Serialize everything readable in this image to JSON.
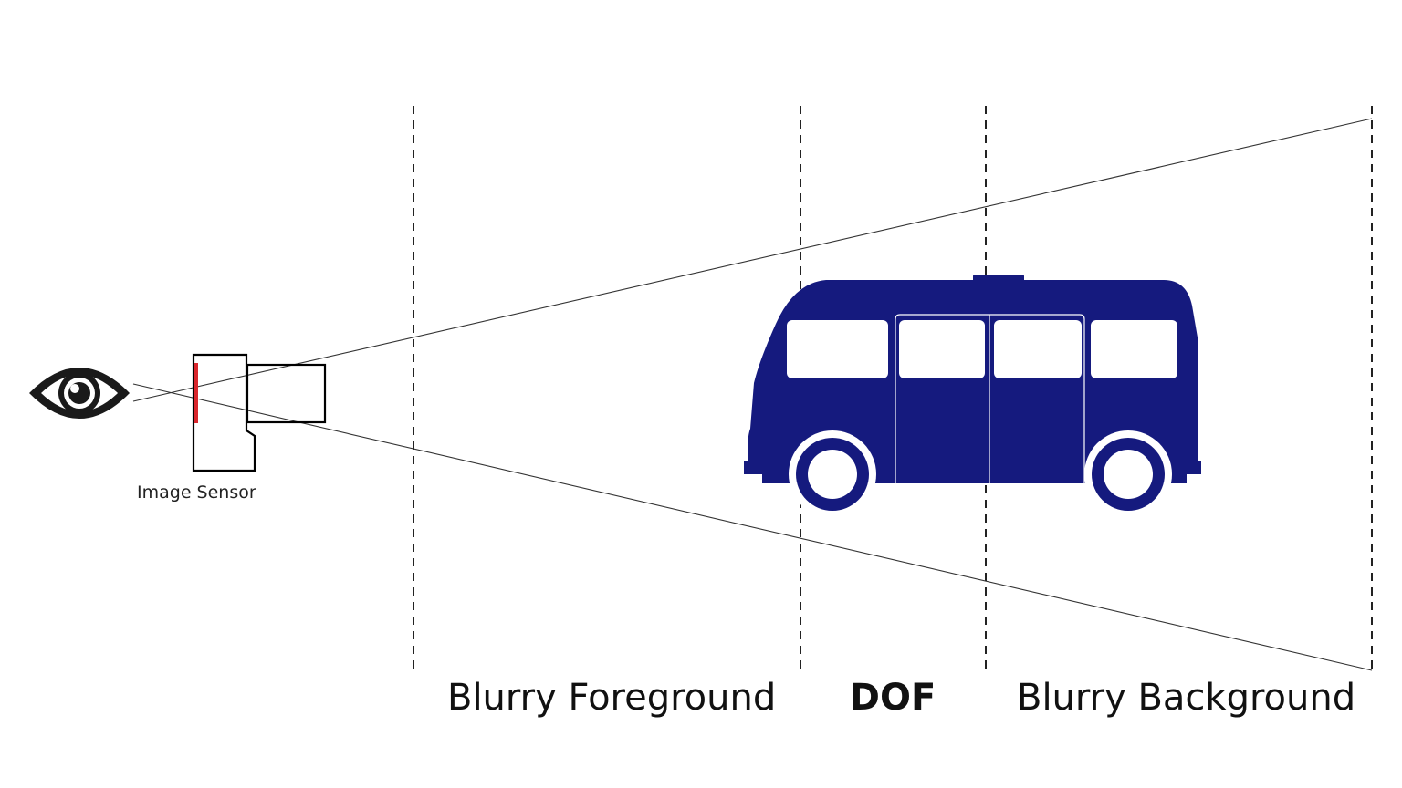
{
  "diagram": {
    "sensor_label": "Image Sensor",
    "zones": {
      "foreground": "Blurry Foreground",
      "dof": "DOF",
      "background": "Blurry Background"
    }
  },
  "colors": {
    "vehicle": "#151a7e",
    "sensor": "#d9262c",
    "lines": "#333333",
    "outline": "#000000"
  },
  "icons": {
    "viewer": "eye-icon",
    "camera": "camera-icon",
    "subject": "van-icon"
  }
}
